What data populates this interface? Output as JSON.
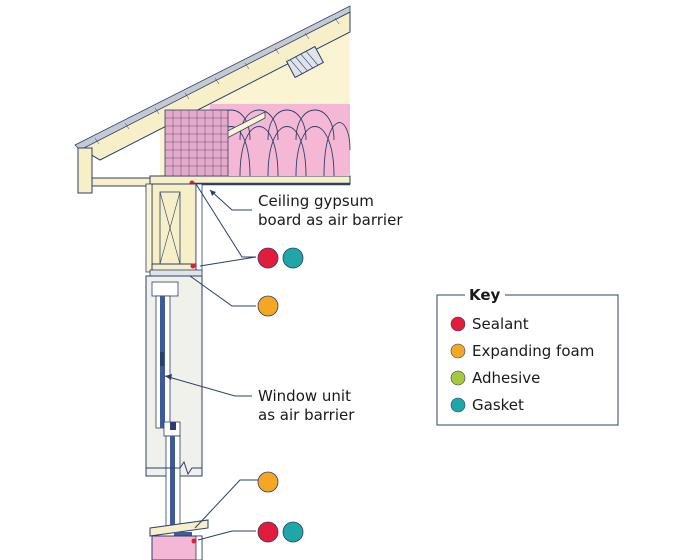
{
  "callouts": {
    "ceiling_line1": "Ceiling gypsum",
    "ceiling_line2": "board as air barrier",
    "window_line1": "Window unit",
    "window_line2": "as air barrier"
  },
  "key": {
    "title": "Key",
    "items": [
      {
        "label": "Sealant",
        "color": "#e31b3c"
      },
      {
        "label": "Expanding foam",
        "color": "#f5a623"
      },
      {
        "label": "Adhesive",
        "color": "#a6c83a"
      },
      {
        "label": "Gasket",
        "color": "#1fa6a6"
      }
    ]
  },
  "colors": {
    "wood": "#f7efc7",
    "insulation": "#f4b8d4",
    "outline": "#2b3f6b",
    "glass": "#3d5a99"
  }
}
